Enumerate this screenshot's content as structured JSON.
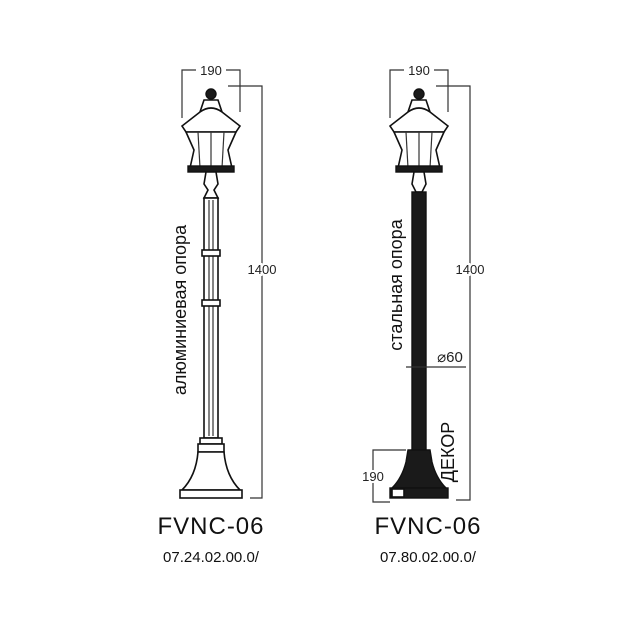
{
  "left": {
    "width_dim": "190",
    "height_dim": "1400",
    "pole_label": "алюминиевая опора",
    "model": "FVNC-06",
    "code": "07.24.02.00.0/"
  },
  "right": {
    "width_dim": "190",
    "height_dim": "1400",
    "pole_label": "стальная опора",
    "diameter": "⌀60",
    "decor_label": "ДЕКОР",
    "base_dim": "190",
    "model": "FVNC-06",
    "code": "07.80.02.00.0/"
  }
}
